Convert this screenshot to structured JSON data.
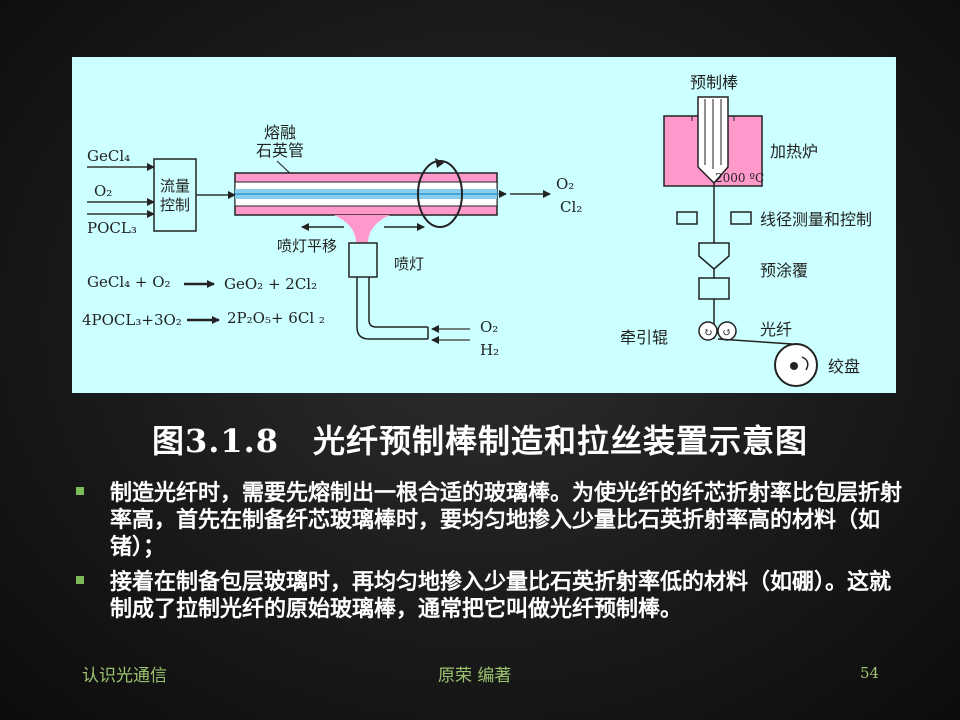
{
  "diagram": {
    "labels": {
      "gecl4": "GeCl₄",
      "o2": "O₂",
      "pocl3": "POCL₃",
      "flow_control_1": "流量",
      "flow_control_2": "控制",
      "molten_1": "熔融",
      "molten_2": "石英管",
      "out_o2": "O₂",
      "out_cl2": "Cl₂",
      "lamp_move": "喷灯平移",
      "lamp": "喷灯",
      "eq1_left": "GeCl₄ + O₂",
      "eq1_right": "GeO₂ + 2Cl₂",
      "eq2_left": "4POCL₃+3O₂",
      "eq2_right": "2P₂O₅+ 6Cl ₂",
      "gas_o2": "O₂",
      "gas_h2": "H₂",
      "preform": "预制棒",
      "furnace": "加热炉",
      "temperature": "2000 ºC",
      "diameter": "线径测量和控制",
      "coating": "预涂覆",
      "capstan": "牵引辊",
      "fiber": "光纤",
      "drum": "绞盘"
    },
    "colors": {
      "background": "#ccffff",
      "pink": "#ff99cc",
      "tube_blue": "#88ccee"
    }
  },
  "caption": {
    "number": "图3.1.8",
    "title": "光纤预制棒制造和拉丝装置示意图"
  },
  "bullets": [
    "制造光纤时，需要先熔制出一根合适的玻璃棒。为使光纤的纤芯折射率比包层折射率高，首先在制备纤芯玻璃棒时，要均匀地掺入少量比石英折射率高的材料（如锗）；",
    "接着在制备包层玻璃时，再均匀地掺入少量比石英折射率低的材料（如硼）。这就制成了拉制光纤的原始玻璃棒，通常把它叫做光纤预制棒。"
  ],
  "footer": {
    "left": "认识光通信",
    "center": "原荣  编著",
    "page": "54"
  }
}
